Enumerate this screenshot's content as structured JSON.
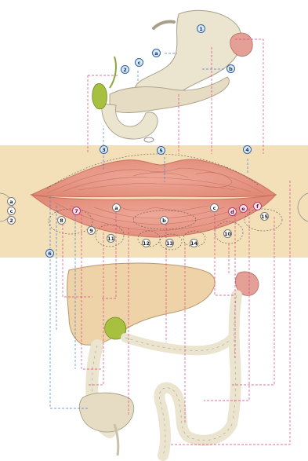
{
  "figure": {
    "number_labels": [
      "1",
      "2",
      "3",
      "4",
      "5",
      "6",
      "7",
      "8",
      "9",
      "10",
      "11",
      "12",
      "13",
      "14",
      "15"
    ],
    "letter_labels": [
      "a",
      "b",
      "c",
      "d",
      "e",
      "f"
    ],
    "left_edge_labels": [
      "a",
      "c",
      "2"
    ]
  },
  "colors": {
    "band": "#f3dfb8",
    "lip": "#e9a08e",
    "lip_line": "#c9715e",
    "organ": "#ebe4cf",
    "organ_outline": "#a79f88",
    "liver": "#efd3a8",
    "spleen": "#e4a096",
    "gallbladder": "#a8c040",
    "blue_line": "#4a7fd0",
    "pink_line": "#d8457e",
    "label_fill": "#d8ecf7"
  }
}
